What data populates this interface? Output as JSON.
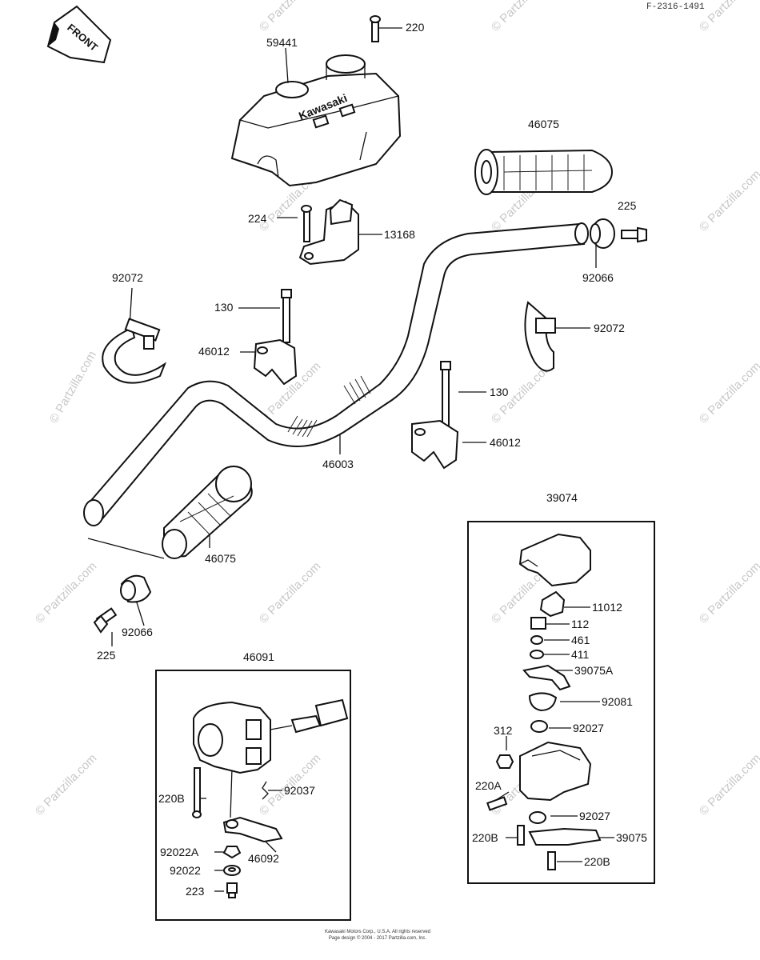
{
  "figure_code": "F-2316-1491",
  "direction_arrow": "FRONT",
  "watermark": "© Partzilla.com",
  "copyright_line_1": "Kawasaki Motors Corp., U.S.A. All rights reserved",
  "copyright_line_2": "Page design © 2004 - 2017 Partzilla.com, Inc.",
  "cover_text": "Kawasaki",
  "box_left_title": "46091",
  "box_right_title": "39074",
  "labels": [
    "220",
    "59441",
    "46075",
    "225",
    "224",
    "13168",
    "92066",
    "92072",
    "130",
    "92072",
    "46012",
    "130",
    "46003",
    "46012",
    "46075",
    "92066",
    "225",
    "46091",
    "39074",
    "11012",
    "112",
    "461",
    "411",
    "39075A",
    "92081",
    "312",
    "92027",
    "220B",
    "92037",
    "220A",
    "92027",
    "220B",
    "39075",
    "92022A",
    "46092",
    "92022",
    "220B",
    "223"
  ]
}
